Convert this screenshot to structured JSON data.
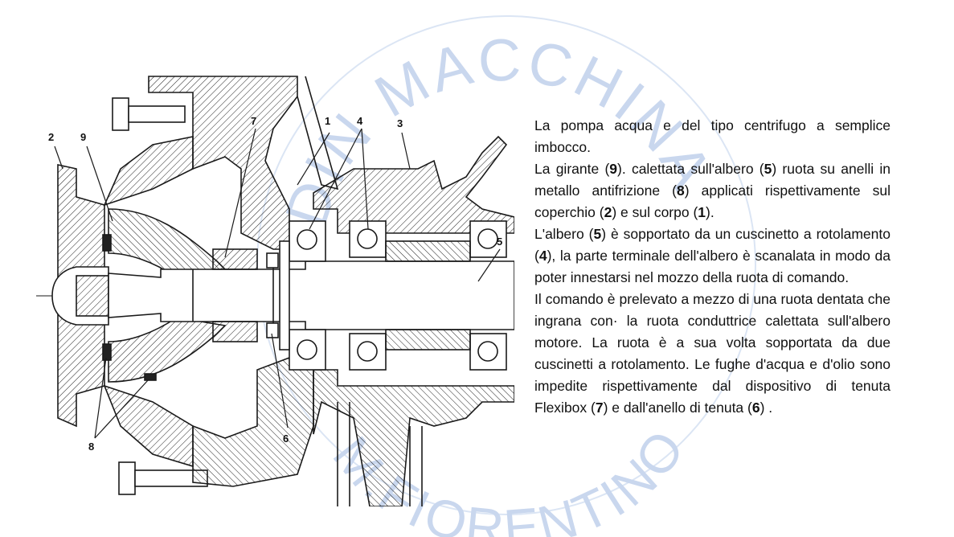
{
  "watermark": {
    "top_text": "DIN MACCHINA",
    "bottom_text": "M.FIORENTINO",
    "color": "#c9d7ee"
  },
  "diagram": {
    "labels": [
      {
        "id": "2",
        "text": "2"
      },
      {
        "id": "9",
        "text": "9"
      },
      {
        "id": "7",
        "text": "7"
      },
      {
        "id": "1",
        "text": "1"
      },
      {
        "id": "4",
        "text": "4"
      },
      {
        "id": "3",
        "text": "3"
      },
      {
        "id": "5",
        "text": "5"
      },
      {
        "id": "6",
        "text": "6"
      },
      {
        "id": "8",
        "text": "8"
      }
    ],
    "line_color": "#1a1a1a"
  },
  "text": {
    "p1": "La pompa acqua e del tipo centrifugo a semplice imbocco.",
    "p2": [
      {
        "t": "La girante ("
      },
      {
        "t": "9",
        "b": true
      },
      {
        "t": "). calettata sull'albero ("
      },
      {
        "t": "5",
        "b": true
      },
      {
        "t": ") ruota su anelli in metallo antifrizione ("
      },
      {
        "t": "8",
        "b": true
      },
      {
        "t": ") applicati rispettivamente sul coperchio ("
      },
      {
        "t": "2",
        "b": true
      },
      {
        "t": ") e sul corpo ("
      },
      {
        "t": "1",
        "b": true
      },
      {
        "t": ")."
      }
    ],
    "p3": [
      {
        "t": "L'albero ("
      },
      {
        "t": "5",
        "b": true
      },
      {
        "t": ") è sopportato da un cuscinetto a rotolamento ("
      },
      {
        "t": "4",
        "b": true
      },
      {
        "t": "), la parte terminale dell'albero è scanalata in modo da poter innestarsi nel mozzo della ruota di comando."
      }
    ],
    "p4": [
      {
        "t": "Il comando è prelevato a mezzo di una ruota dentata che ingrana con· la ruota conduttrice calettata sull'albero motore. La ruota è a sua volta sopportata da due cuscinetti a rotolamento. Le fughe d'acqua e d'olio sono impedite rispettivamente dal dispositivo di tenuta Flexibox ("
      },
      {
        "t": "7",
        "b": true
      },
      {
        "t": ") e dall'anello di tenuta ("
      },
      {
        "t": "6",
        "b": true
      },
      {
        "t": ") ."
      }
    ]
  }
}
